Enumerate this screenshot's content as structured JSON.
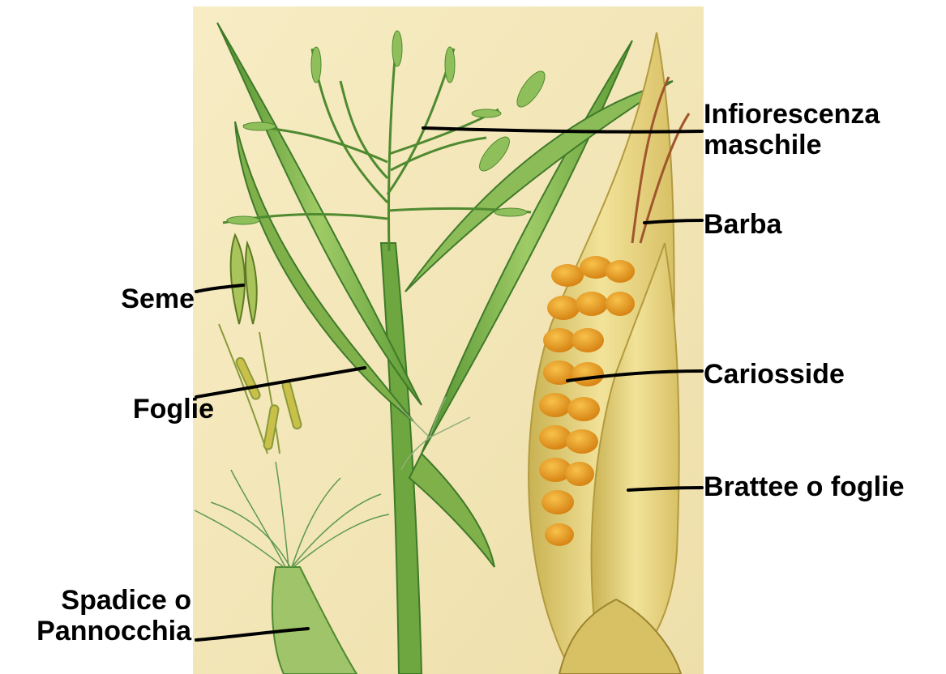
{
  "labels": {
    "infiorescenza_line1": "Infiorescenza",
    "infiorescenza_line2": "maschile",
    "barba": "Barba",
    "cariosside": "Cariosside",
    "brattee": "Brattee o foglie",
    "seme": "Seme",
    "foglie": "Foglie",
    "spadice_line1": "Spadice o",
    "spadice_line2": "Pannocchia"
  },
  "colors": {
    "paper": "#f3e6b8",
    "leaf_green": "#7fb04a",
    "dark_green": "#3f7a2a",
    "kernel_orange": "#e99a1c",
    "husk_yellow": "#e8d47a",
    "leader_line": "#000000"
  }
}
